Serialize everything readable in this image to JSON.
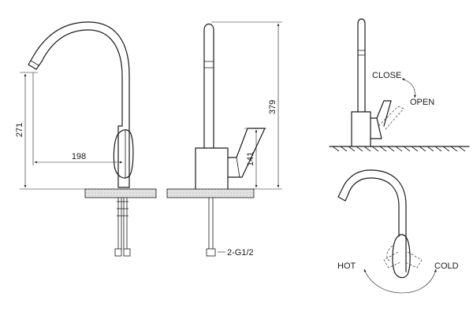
{
  "dimensions": {
    "reach": "198",
    "height_spout": "271",
    "height_total": "379",
    "height_lever": "141",
    "connection": "2-G1/2"
  },
  "labels": {
    "close": "CLOSE",
    "open": "OPEN",
    "hot": "HOT",
    "cold": "COLD"
  },
  "colors": {
    "line": "#1a1a1a",
    "background": "#ffffff",
    "counter_fill": "#d9d9d9"
  }
}
